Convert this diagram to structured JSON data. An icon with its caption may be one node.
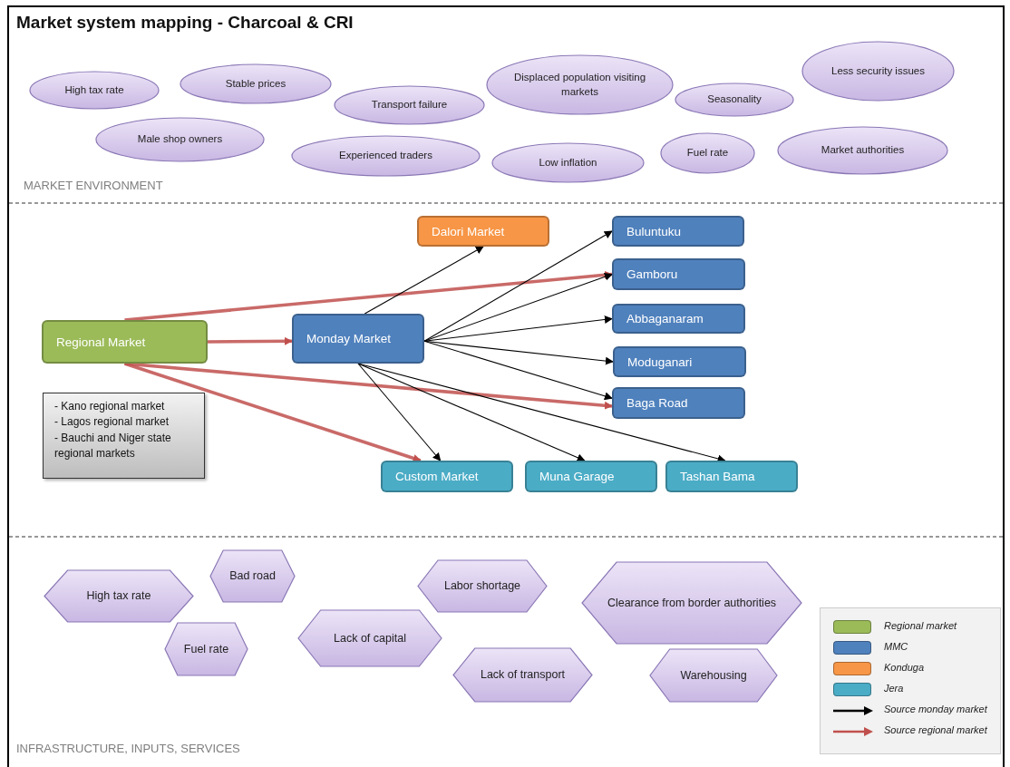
{
  "diagram": {
    "title": "Market system mapping - Charcoal & CRI",
    "nodes": [
      {
        "text": [
          "High tax rate"
        ]
      },
      {
        "text": [
          "Stable prices"
        ]
      },
      {
        "text": [
          "Transport failure"
        ]
      },
      {
        "text": [
          "Displaced population visiting markets"
        ]
      },
      {
        "text": [
          "Seasonality"
        ]
      },
      {
        "text": [
          "Less security issues"
        ]
      },
      {
        "text": [
          "Male shop owners"
        ]
      },
      {
        "text": [
          "Experienced traders"
        ]
      },
      {
        "text": [
          "Low inflation"
        ]
      },
      {
        "text": [
          "Fuel rate"
        ]
      },
      {
        "text": [
          "Market authorities"
        ]
      },
      {
        "text": [
          "Regional Market"
        ]
      },
      {
        "text": [
          "- Kano regional market",
          "- Lagos regional market",
          "- Bauchi and Niger state regional markets"
        ]
      },
      {
        "text": [
          "Monday Market"
        ]
      },
      {
        "text": [
          "Dalori Market"
        ]
      },
      {
        "text": [
          "Buluntuku"
        ]
      },
      {
        "text": [
          "Gamboru"
        ]
      },
      {
        "text": [
          "Abbaganaram"
        ]
      },
      {
        "text": [
          "Moduganari"
        ]
      },
      {
        "text": [
          "Baga Road"
        ]
      },
      {
        "text": [
          "Custom Market"
        ]
      },
      {
        "text": [
          "Muna Garage"
        ]
      },
      {
        "text": [
          "Tashan Bama"
        ]
      },
      {
        "text": [
          "High tax rate"
        ]
      },
      {
        "text": [
          "Bad road"
        ]
      },
      {
        "text": [
          "Labor shortage"
        ]
      },
      {
        "text": [
          "Clearance from border authorities"
        ]
      },
      {
        "text": [
          "Fuel rate"
        ]
      },
      {
        "text": [
          "Lack of capital"
        ]
      },
      {
        "text": [
          "Lack of transport"
        ]
      },
      {
        "text": [
          "Warehousing"
        ]
      }
    ],
    "edges": [
      {
        "from": 11,
        "to": 13,
        "arrow": "to",
        "style": "thick",
        "color": "#c0504d"
      },
      {
        "from": 11,
        "to": 16,
        "arrow": "to",
        "style": "thick",
        "color": "#c0504d"
      },
      {
        "from": 11,
        "to": 19,
        "arrow": "to",
        "style": "thick",
        "color": "#c0504d"
      },
      {
        "from": 11,
        "to": 20,
        "arrow": "to",
        "style": "thick",
        "color": "#c0504d"
      },
      {
        "from": 13,
        "to": 14,
        "arrow": "to"
      },
      {
        "from": 13,
        "to": 15,
        "arrow": "to"
      },
      {
        "from": 13,
        "to": 16,
        "arrow": "to"
      },
      {
        "from": 13,
        "to": 17,
        "arrow": "to"
      },
      {
        "from": 13,
        "to": 18,
        "arrow": "to"
      },
      {
        "from": 13,
        "to": 19,
        "arrow": "to"
      },
      {
        "from": 13,
        "to": 20,
        "arrow": "to"
      },
      {
        "from": 13,
        "to": 21,
        "arrow": "to"
      },
      {
        "from": 13,
        "to": 22,
        "arrow": "to"
      }
    ],
    "labels": [
      "MARKET ENVIRONMENT",
      "INFRASTRUCTURE, INPUTS, SERVICES"
    ],
    "legend": [
      {
        "text": "Regional market",
        "color": "#9bbb59"
      },
      {
        "text": "MMC",
        "color": "#4f81bd"
      },
      {
        "text": "Konduga",
        "color": "#f79646"
      },
      {
        "text": "Jera",
        "color": "#4bacc6"
      },
      {
        "text": "Source monday market"
      },
      {
        "text": "Source regional market"
      }
    ]
  }
}
